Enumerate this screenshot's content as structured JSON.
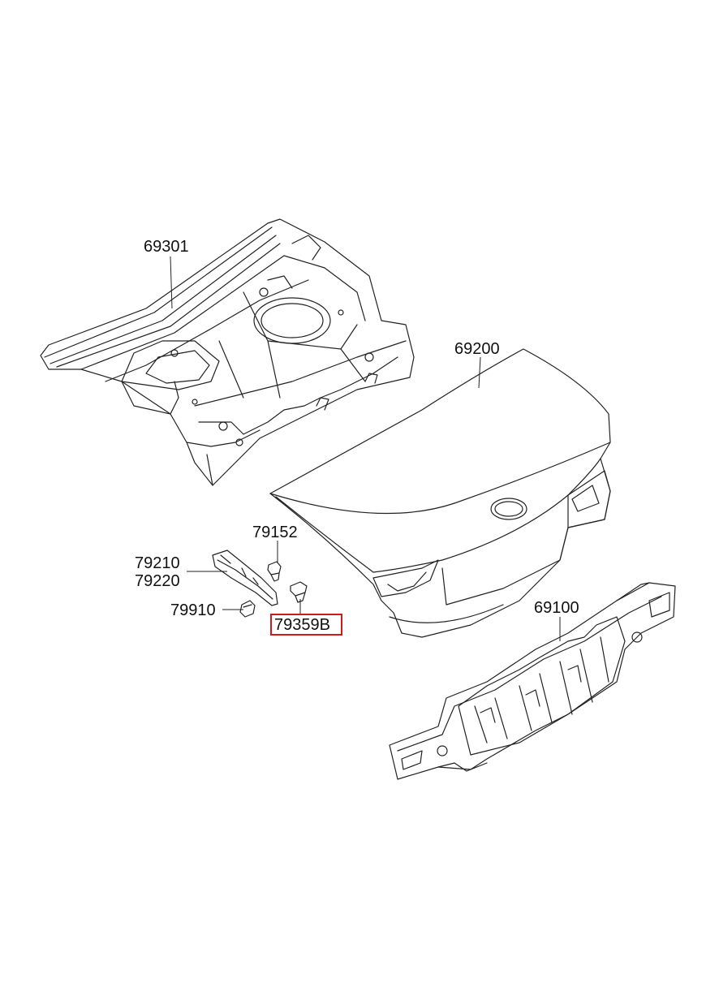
{
  "parts": [
    {
      "id": "p69301",
      "label": "69301",
      "name": "rear-package-tray-panel"
    },
    {
      "id": "p69200",
      "label": "69200",
      "name": "trunk-lid-panel"
    },
    {
      "id": "p69100",
      "label": "69100",
      "name": "back-panel"
    },
    {
      "id": "p79152",
      "label": "79152",
      "name": "bolt"
    },
    {
      "id": "p79210",
      "label": "79210",
      "name": "hinge-lh"
    },
    {
      "id": "p79220",
      "label": "79220",
      "name": "hinge-rh"
    },
    {
      "id": "p79910",
      "label": "79910",
      "name": "bolt-washer"
    },
    {
      "id": "p79359B",
      "label": "79359B",
      "name": "bolt-highlighted",
      "highlighted": true
    }
  ],
  "colors": {
    "line": "#222222",
    "highlight": "#d11a1a",
    "background": "#ffffff"
  }
}
